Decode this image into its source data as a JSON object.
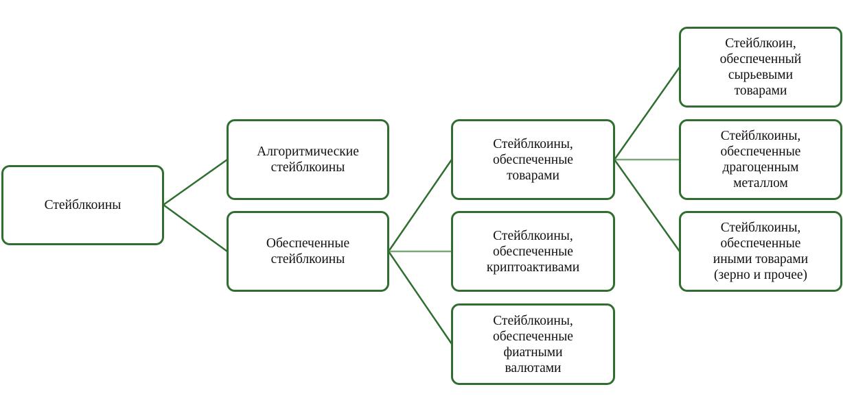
{
  "colors": {
    "border": "#2f6e2f",
    "line": "#2f6e2f",
    "line_light": "#7aa87a"
  },
  "nodes": {
    "root": "Стейблкоины",
    "algorithmic": "Алгоритмические\nстейблкоины",
    "backed": "Обеспеченные\nстейблкоины",
    "commodity": "Стейблкоины,\nобеспеченные\nтоварами",
    "crypto": "Стейблкоины,\nобеспеченные\nкриптоактивами",
    "fiat": "Стейблкоины,\nобеспеченные\nфиатными\nвалютами",
    "raw": "Стейблкоин,\nобеспеченный\nсырьевыми\nтоварами",
    "metal": "Стейблкоины,\nобеспеченные\nдрагоценным\nметаллом",
    "other": "Стейблкоины,\nобеспеченные\nиными товарами\n(зерно и прочее)"
  }
}
